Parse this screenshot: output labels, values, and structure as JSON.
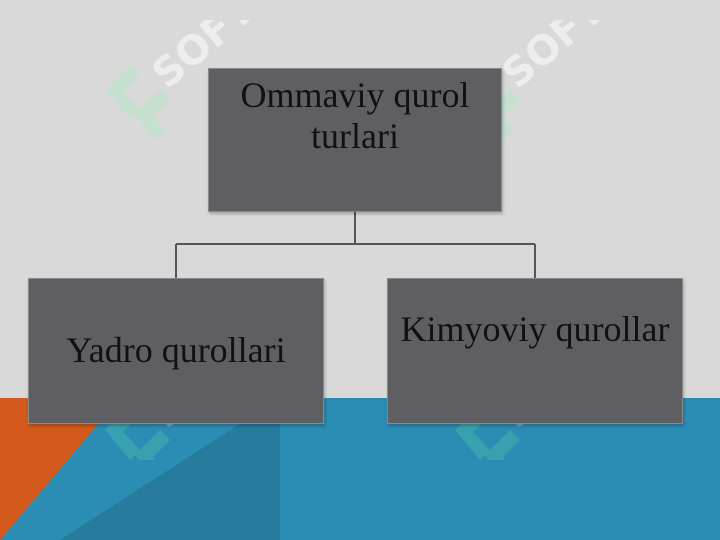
{
  "diagram": {
    "root": {
      "label": "Ommaviy qurol turlari"
    },
    "children": [
      {
        "label": "Yadro qurollari"
      },
      {
        "label": "Kimyoviy qurollar"
      }
    ]
  },
  "colors": {
    "background": "#d9d9d9",
    "box_fill": "#5f5e62",
    "connector": "#555555",
    "band_blue": "#2b8db3",
    "band_orange": "#d35a1c",
    "watermark_green": "#b8e6c9",
    "watermark_teal": "#43b3ae"
  },
  "watermark": {
    "text": "SOFT",
    "icon": "soft-logo-icon"
  }
}
